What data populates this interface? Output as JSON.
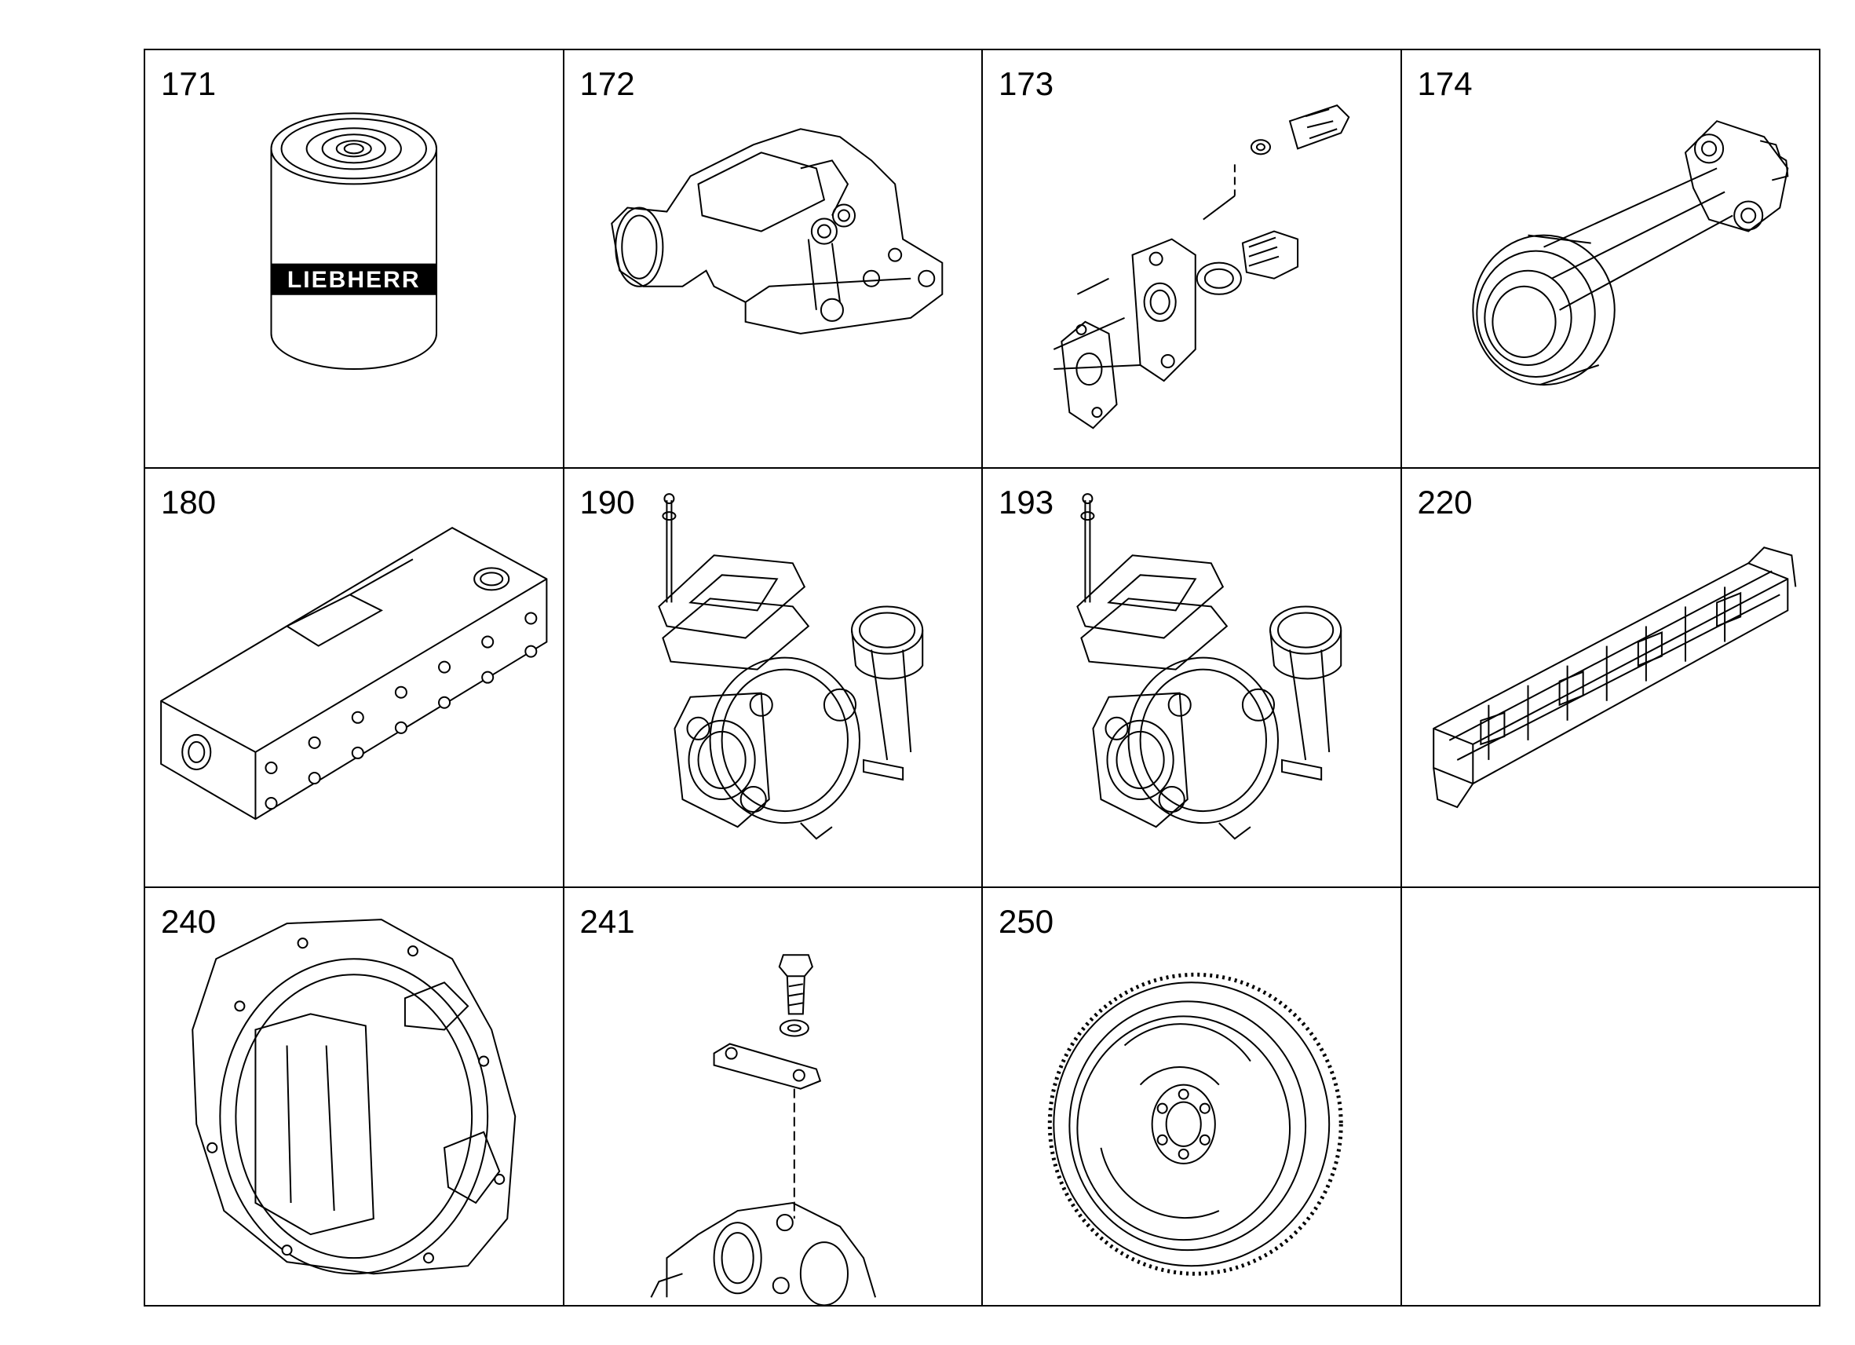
{
  "catalog": {
    "cells": [
      {
        "number": "171",
        "icon": "oil-filter-icon",
        "brand_text": "LIEBHERR"
      },
      {
        "number": "172",
        "icon": "oil-filter-housing-icon"
      },
      {
        "number": "173",
        "icon": "gasket-bolt-assembly-icon"
      },
      {
        "number": "174",
        "icon": "pump-drive-shaft-icon"
      },
      {
        "number": "180",
        "icon": "oil-cooler-block-icon"
      },
      {
        "number": "190",
        "icon": "turbocharger-icon"
      },
      {
        "number": "193",
        "icon": "turbocharger-icon"
      },
      {
        "number": "220",
        "icon": "intake-manifold-icon"
      },
      {
        "number": "240",
        "icon": "flywheel-housing-icon"
      },
      {
        "number": "241",
        "icon": "bracket-bolt-assembly-icon"
      },
      {
        "number": "250",
        "icon": "flywheel-ring-gear-icon"
      },
      {
        "number": "",
        "icon": ""
      }
    ]
  }
}
